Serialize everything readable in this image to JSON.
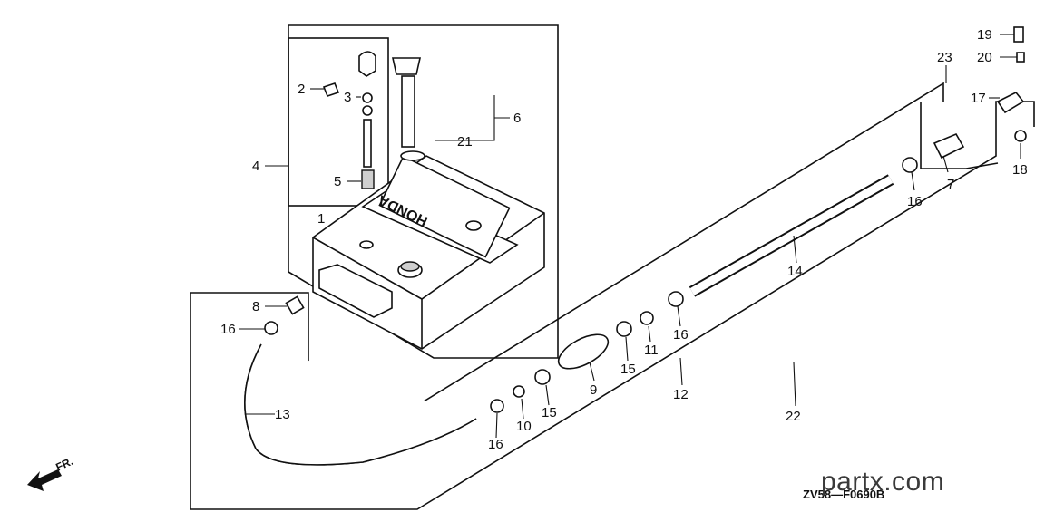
{
  "diagram": {
    "callouts": {
      "c1": "1",
      "c2": "2",
      "c3": "3",
      "c4": "4",
      "c5": "5",
      "c6": "6",
      "c7": "7",
      "c8": "8",
      "c9": "9",
      "c10": "10",
      "c11": "11",
      "c12": "12",
      "c13": "13",
      "c14": "14",
      "c15a": "15",
      "c15b": "15",
      "c16a": "16",
      "c16b": "16",
      "c16c": "16",
      "c16d": "16",
      "c17": "17",
      "c18": "18",
      "c19": "19",
      "c20": "20",
      "c21": "21",
      "c22": "22",
      "c23": "23"
    },
    "tank_brand": "HONDA",
    "direction_label": "FR.",
    "diagram_code": "ZV58—F0690B",
    "watermark": "partx.com"
  }
}
